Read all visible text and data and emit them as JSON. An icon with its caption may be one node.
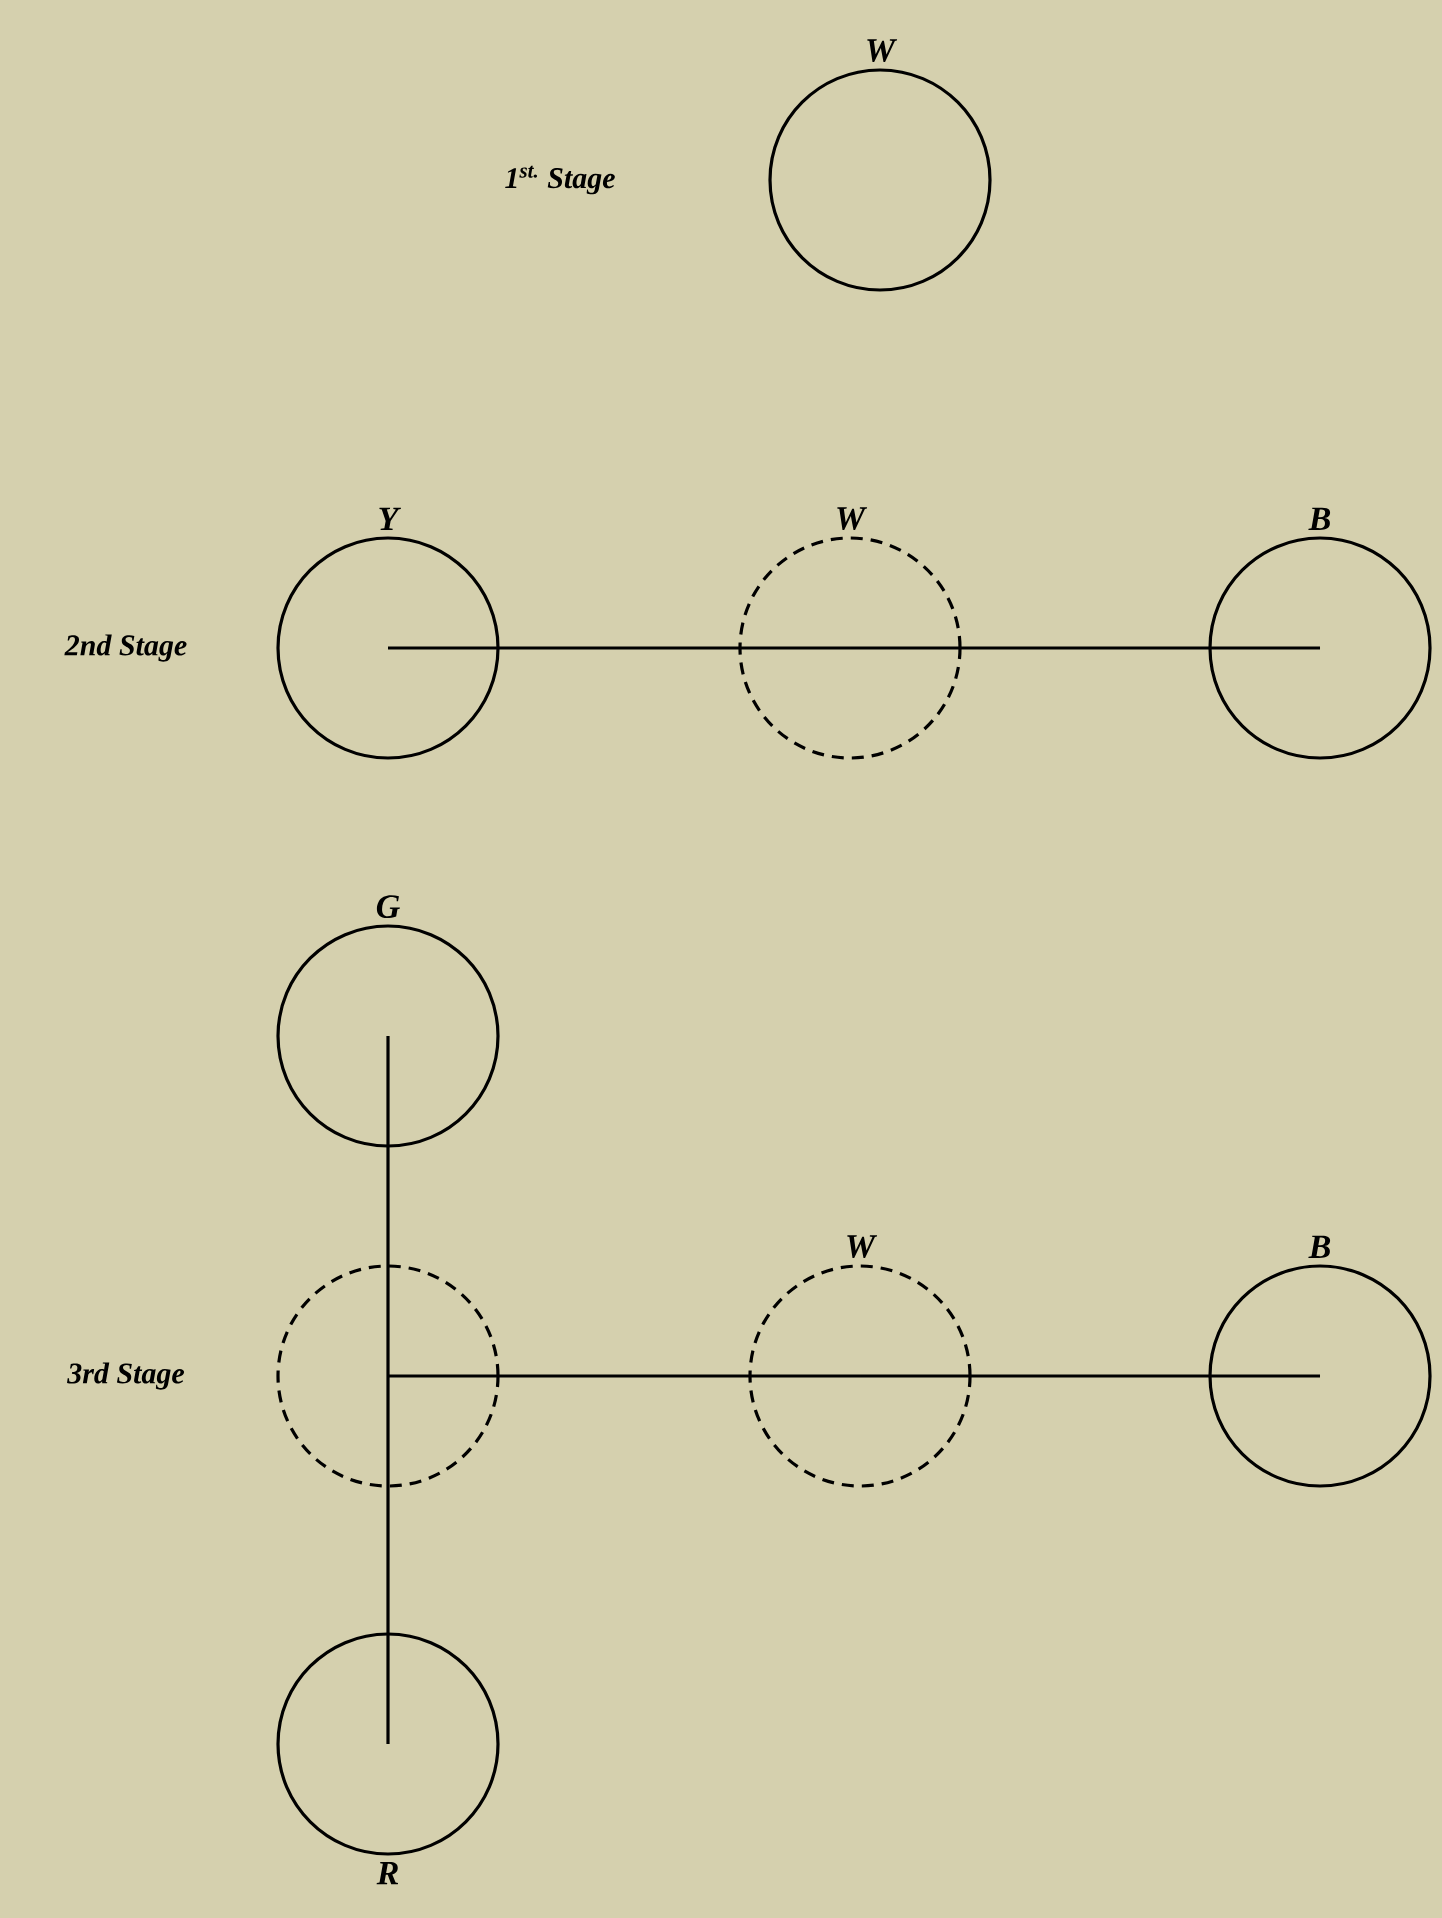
{
  "diagram": {
    "nodes": [
      {
        "text": [
          "W"
        ]
      },
      {
        "text": [
          "Y"
        ]
      },
      {
        "text": [
          "W"
        ]
      },
      {
        "text": [
          "B"
        ]
      },
      {
        "text": [
          "G"
        ]
      },
      {
        "text": [],
        "shape": "circle"
      },
      {
        "text": [
          "W"
        ]
      },
      {
        "text": [
          "B"
        ]
      },
      {
        "text": [
          "R"
        ]
      }
    ],
    "edges": [
      {
        "from": 1,
        "to": 2,
        "arrow": "none"
      },
      {
        "from": 2,
        "to": 3,
        "arrow": "none"
      },
      {
        "from": 4,
        "to": 5,
        "arrow": "none"
      },
      {
        "from": 5,
        "to": 8,
        "arrow": "none"
      },
      {
        "from": 5,
        "to": 6,
        "arrow": "none"
      },
      {
        "from": 6,
        "to": 7,
        "arrow": "none"
      }
    ],
    "labels": [
      "1$^{st.}$ Stage",
      "2nd Stage",
      "3rd Stage"
    ]
  }
}
